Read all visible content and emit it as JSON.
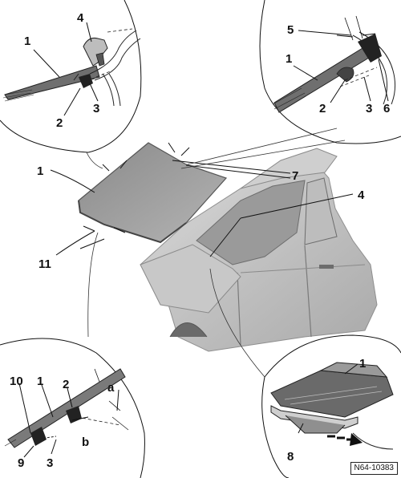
{
  "labels": {
    "tl_1": "1",
    "tl_4": "4",
    "tl_2": "2",
    "tl_3": "3",
    "tr_5": "5",
    "tr_1": "1",
    "tr_2": "2",
    "tr_3": "3",
    "tr_6": "6",
    "main_1": "1",
    "main_7": "7",
    "main_4": "4",
    "main_11": "11",
    "bl_10": "10",
    "bl_1": "1",
    "bl_2": "2",
    "bl_a": "a",
    "bl_b": "b",
    "bl_9": "9",
    "bl_3": "3",
    "br_1": "1",
    "br_8": "8"
  },
  "reference": "N64-10383"
}
